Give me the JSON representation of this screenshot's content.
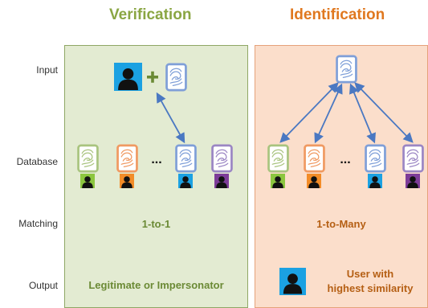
{
  "headings": {
    "verification": "Verification",
    "identification": "Identification"
  },
  "row_labels": {
    "input": "Input",
    "database": "Database",
    "matching": "Matching",
    "output": "Output"
  },
  "verification": {
    "plus": "+",
    "ellipsis": "...",
    "matching": "1-to-1",
    "output": "Legitimate or Impersonator"
  },
  "identification": {
    "ellipsis": "...",
    "matching": "1-to-Many",
    "output_line1": "User with",
    "output_line2": "highest similarity"
  },
  "colors": {
    "verification_title": "#8aa643",
    "identification_title": "#e0781f",
    "verification_panel_fill": "#e3ebd2",
    "verification_panel_border": "#8fa765",
    "identification_panel_fill": "#fbdecb",
    "identification_panel_border": "#e5a27a",
    "verification_text": "#6b8a35",
    "identification_text": "#b55f14",
    "arrow": "#4a78c2",
    "card_green": "#a9c47f",
    "card_orange": "#f09a62",
    "card_blue": "#7f9fd8",
    "card_purple": "#9b86c4",
    "user_green": "#8cc63f",
    "user_orange": "#f28c28",
    "user_blue": "#1ba1e2",
    "user_purple": "#7d3c98"
  },
  "icons": [
    "user-icon",
    "fingerprint-card-icon",
    "plus-icon",
    "ellipsis"
  ]
}
